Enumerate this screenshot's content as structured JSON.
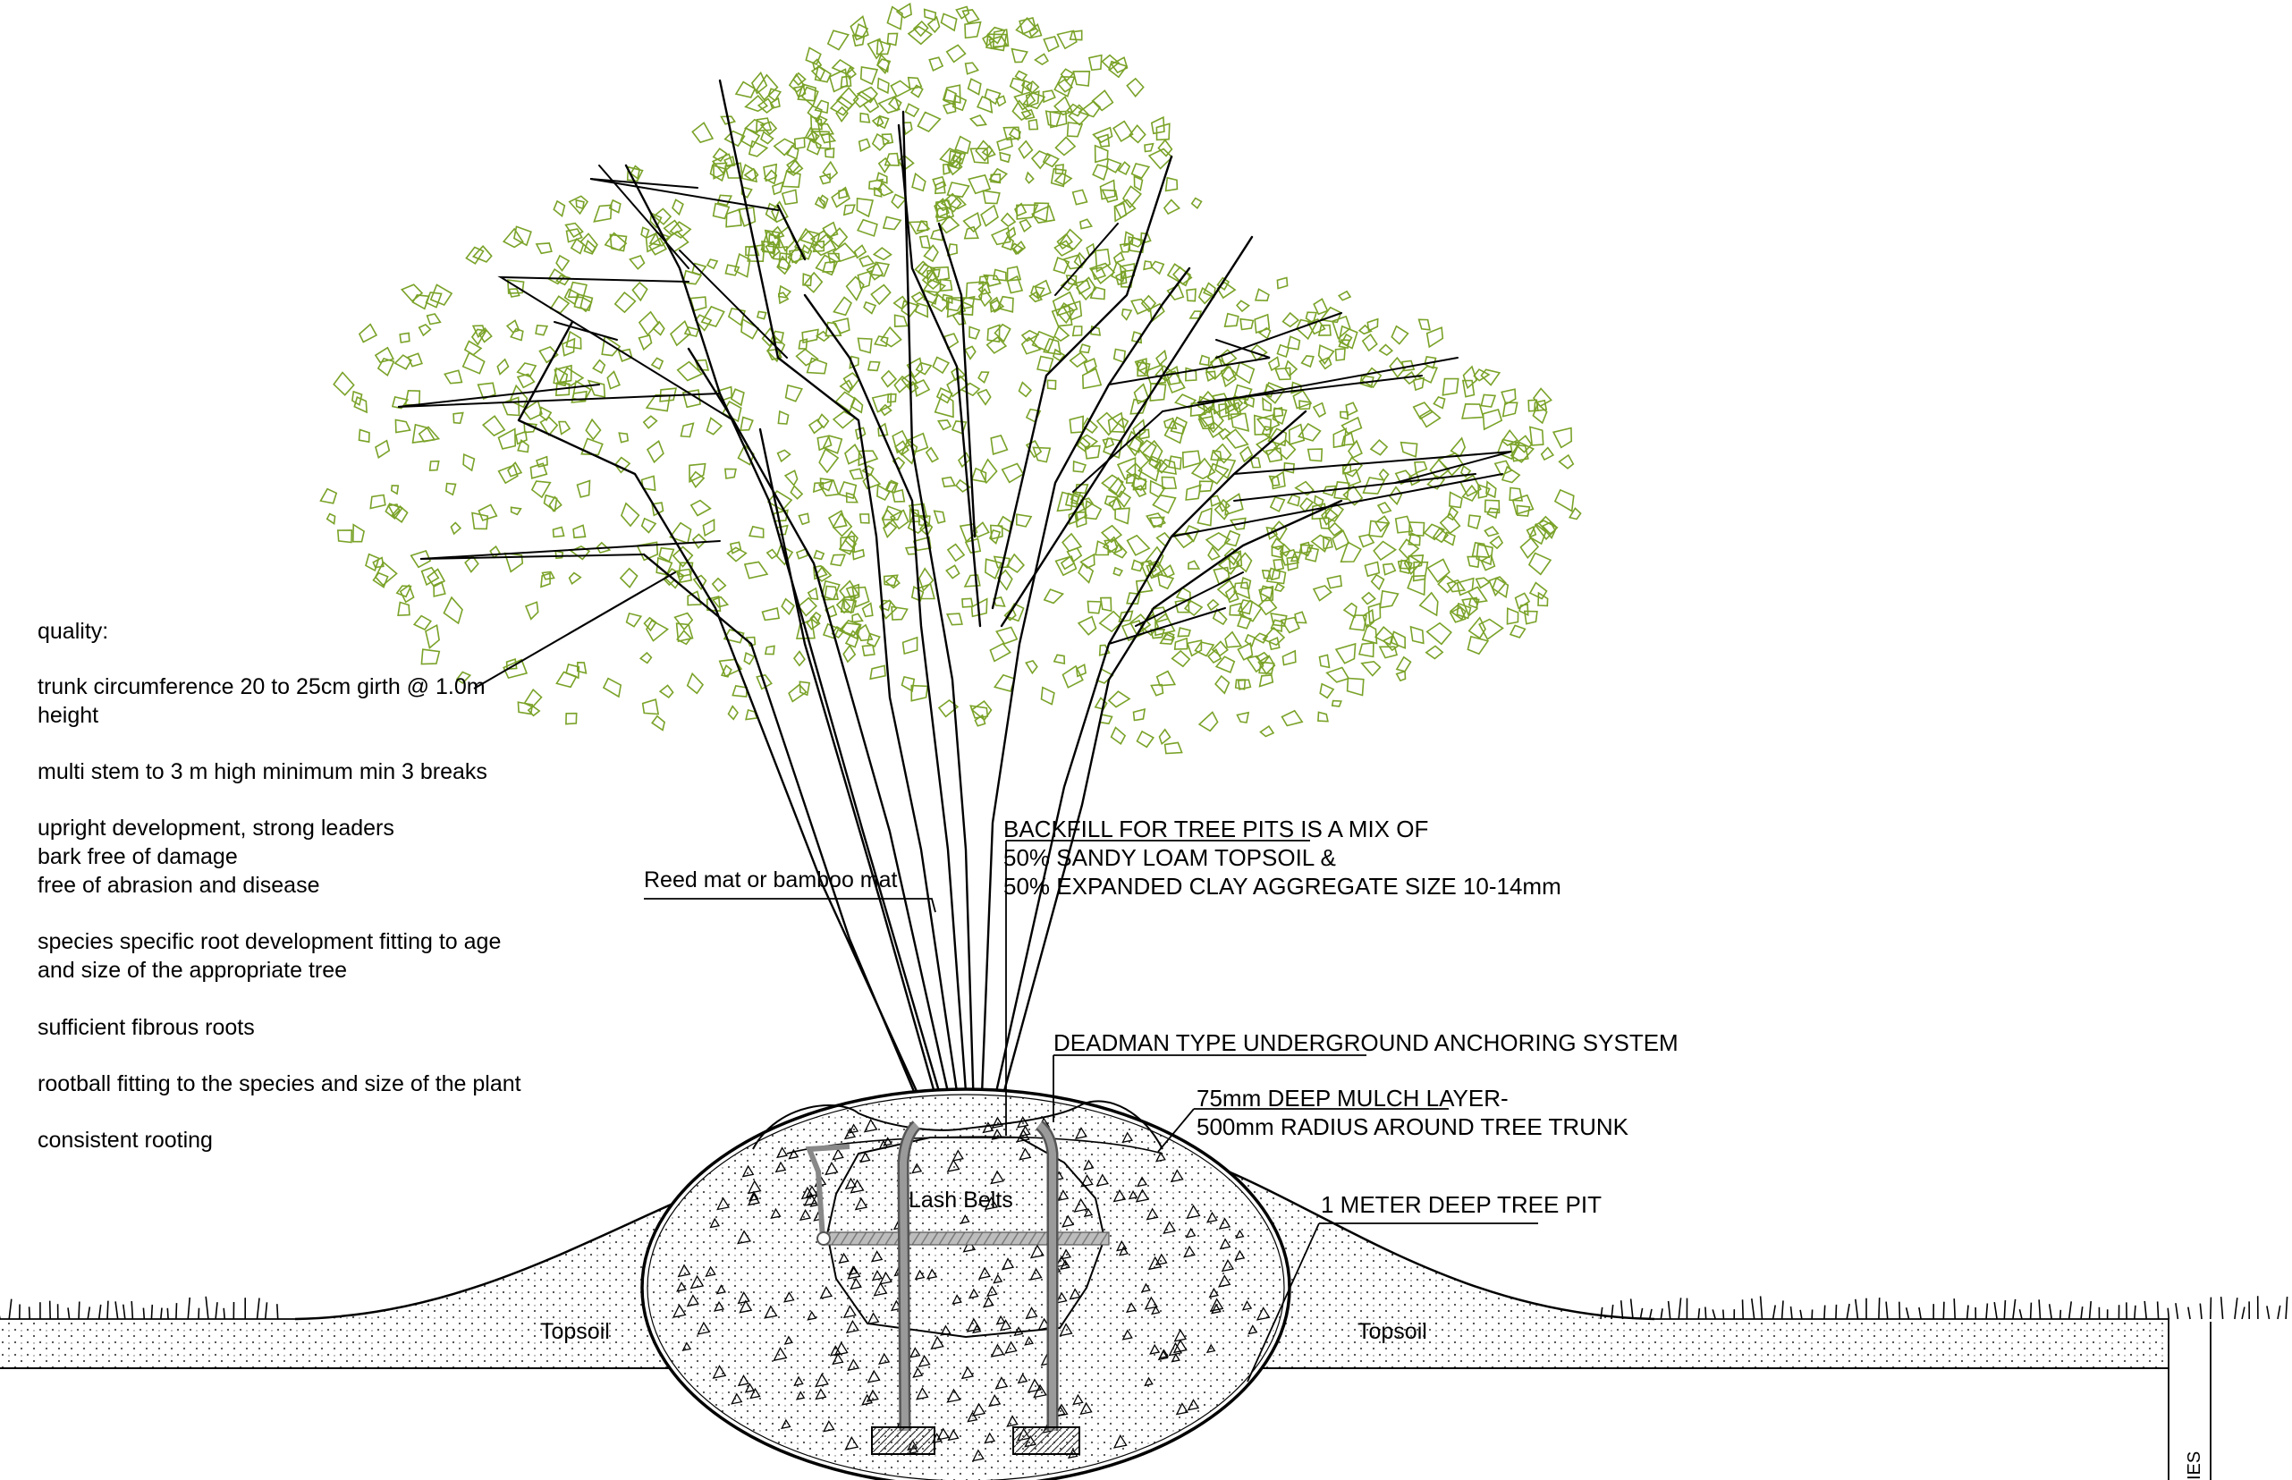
{
  "quality_notes": [
    "quality:",
    "trunk circumference 20 to 25cm girth @ 1.0m",
    "height",
    "multi stem to 3 m high minimum min 3 breaks",
    "upright development, strong leaders",
    "bark free of damage",
    "free of abrasion and disease",
    "species specific root development fitting to age",
    "and size of the appropriate tree",
    "sufficient fibrous roots",
    "rootball fitting to the species and size of the plant",
    "consistent rooting"
  ],
  "callouts": {
    "reed_mat": "Reed mat or bamboo mat",
    "backfill": [
      "BACKFILL FOR TREE PITS IS A MIX OF",
      "50%  SANDY LOAM TOPSOIL &",
      "50% EXPANDED CLAY AGGREGATE SIZE 10-14mm"
    ],
    "deadman": "DEADMAN TYPE UNDERGROUND ANCHORING SYSTEM",
    "mulch": [
      "75mm DEEP MULCH LAYER-",
      "500mm RADIUS AROUND TREE TRUNK"
    ],
    "pit": "1 METER DEEP TREE PIT"
  },
  "labels": {
    "lash_belts": "Lash Belts",
    "topsoil_left": "Topsoil",
    "topsoil_right": "Topsoil",
    "edge_text": "IES"
  },
  "colors": {
    "leaf": "#7aa228",
    "line": "#000000",
    "stake_fill": "#8a8a8a"
  }
}
